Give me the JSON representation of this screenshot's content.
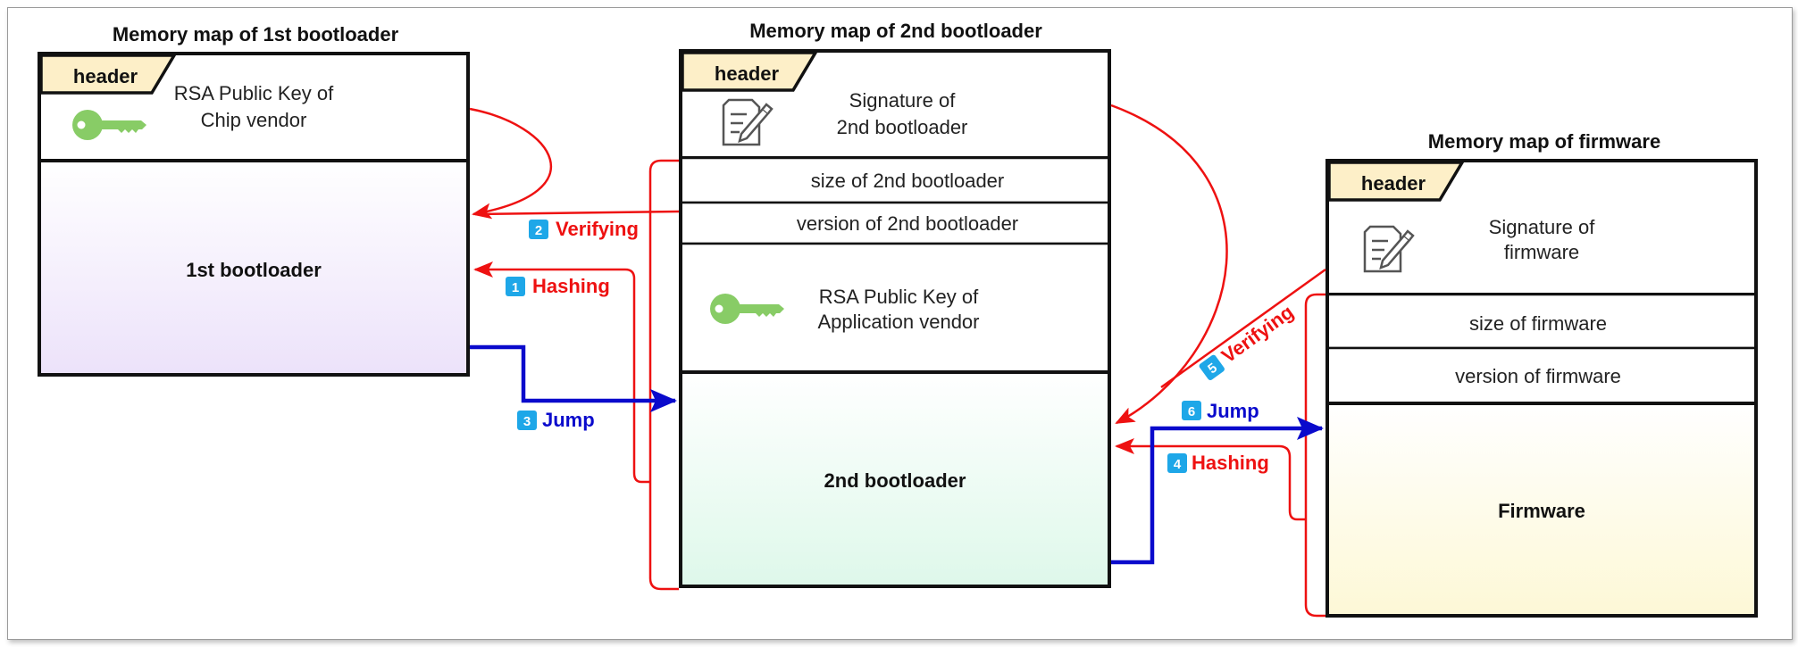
{
  "colors": {
    "red": "#ee1111",
    "blue": "#0a0acc",
    "header_fill": "#fdefc8",
    "badge": "#1ea7e8",
    "key": "#88cc66",
    "bootloader1_fill": "#ece2fa",
    "bootloader2_fill": "#def8ea",
    "firmware_fill": "#fdf8d6"
  },
  "boxes": {
    "bl1": {
      "title": "Memory map of 1st bootloader",
      "header": "header",
      "key_line1": "RSA Public Key of",
      "key_line2": "Chip vendor",
      "body": "1st bootloader",
      "key_icon": "key-icon"
    },
    "bl2": {
      "title": "Memory map of 2nd bootloader",
      "header": "header",
      "sig_line1": "Signature of",
      "sig_line2": "2nd bootloader",
      "size": "size of 2nd bootloader",
      "version": "version of 2nd bootloader",
      "key_line1": "RSA Public Key of",
      "key_line2": "Application vendor",
      "body": "2nd bootloader",
      "sig_icon": "signature-document-icon",
      "key_icon": "key-icon"
    },
    "fw": {
      "title": "Memory map of firmware",
      "header": "header",
      "sig_line1": "Signature of",
      "sig_line2": "firmware",
      "size": "size of firmware",
      "version": "version of firmware",
      "body": "Firmware",
      "sig_icon": "signature-document-icon"
    }
  },
  "steps": [
    {
      "num": "1",
      "label": "Hashing"
    },
    {
      "num": "2",
      "label": "Verifying"
    },
    {
      "num": "3",
      "label": "Jump"
    },
    {
      "num": "4",
      "label": "Hashing"
    },
    {
      "num": "5",
      "label": "Verifying"
    },
    {
      "num": "6",
      "label": "Jump"
    }
  ]
}
